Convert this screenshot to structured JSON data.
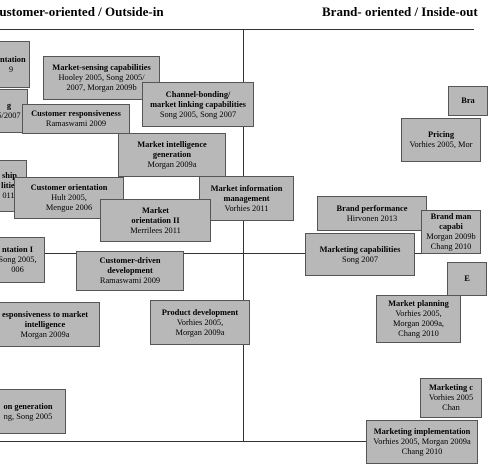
{
  "headers": {
    "left": "Customer-oriented / Outside-in",
    "right": "Brand- oriented / Inside-out"
  },
  "boxes": [
    {
      "title": "entation",
      "detail": "9"
    },
    {
      "title": "Market-sensing capabilities",
      "detail": "Hooley 2005, Song 2005/\n2007, Morgan 2009b"
    },
    {
      "title": "g",
      "detail": "5/2007"
    },
    {
      "title": "Channel-bonding/\nmarket linking capabilities",
      "detail": "Song 2005, Song 2007"
    },
    {
      "title": "Customer responsiveness",
      "detail": "Ramaswami 2009"
    },
    {
      "title": "Market intelligence\ngeneration",
      "detail": "Morgan 2009a"
    },
    {
      "title": "ship\nlities",
      "detail": "011,"
    },
    {
      "title": "Customer orientation",
      "detail": "Hult 2005,\nMengue 2006"
    },
    {
      "title": "Market information\nmanagement",
      "detail": "Vorhies 2011"
    },
    {
      "title": "Market\norientation II",
      "detail": "Merrilees 2011"
    },
    {
      "title": "ntation I",
      "detail": "Song 2005,\n006"
    },
    {
      "title": "Customer-driven\ndevelopment",
      "detail": "Ramaswami 2009"
    },
    {
      "title": "esponsiveness to market\nintelligence",
      "detail": "Morgan 2009a"
    },
    {
      "title": "Product development",
      "detail": "Vorhies 2005,\nMorgan 2009a"
    },
    {
      "title": "on generation",
      "detail": "ng, Song 2005"
    },
    {
      "title": "Bra",
      "detail": ""
    },
    {
      "title": "Pricing",
      "detail": "Vorhies 2005, Mor"
    },
    {
      "title": "Brand performance",
      "detail": "Hirvonen 2013"
    },
    {
      "title": "Brand man\ncapabi",
      "detail": "Morgan 2009b\nChang 2010"
    },
    {
      "title": "Marketing capabilities",
      "detail": "Song 2007"
    },
    {
      "title": "E",
      "detail": ""
    },
    {
      "title": "Market planning",
      "detail": "Vorhies 2005,\nMorgan 2009a,\nChang 2010"
    },
    {
      "title": "Marketing c",
      "detail": "Vorhies 2005\nChan"
    },
    {
      "title": "Marketing implementation",
      "detail": "Vorhies 2005, Morgan 2009a\nChang 2010"
    }
  ]
}
